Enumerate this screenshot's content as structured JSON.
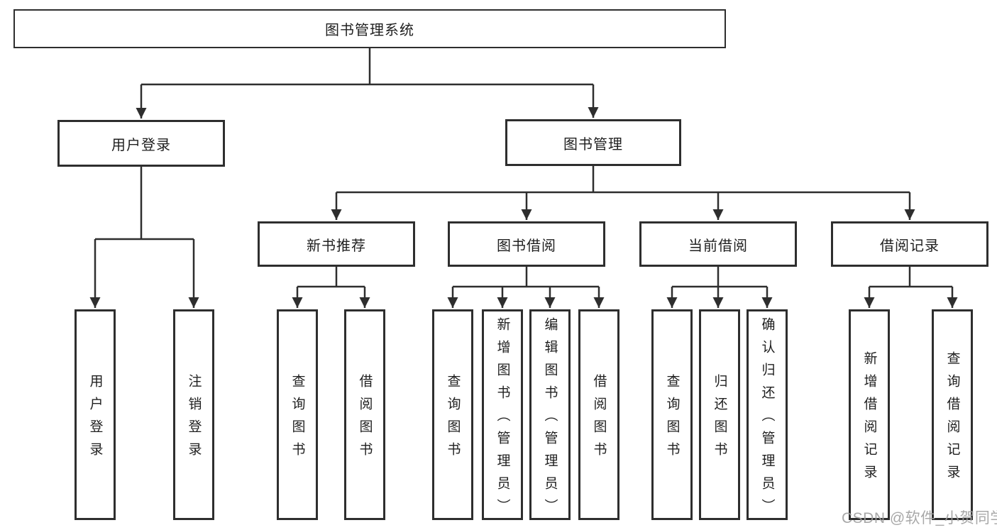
{
  "diagram": {
    "root": {
      "label": "图书管理系统"
    },
    "level2": [
      {
        "label": "用户登录"
      },
      {
        "label": "图书管理"
      }
    ],
    "level3": [
      {
        "label": "新书推荐"
      },
      {
        "label": "图书借阅"
      },
      {
        "label": "当前借阅"
      },
      {
        "label": "借阅记录"
      }
    ],
    "leaves": {
      "user_login": [
        "用户登录",
        "注销登录"
      ],
      "new_book": [
        "查询图书",
        "借阅图书"
      ],
      "book_borrow": [
        "查询图书",
        "新增图书（管理员）",
        "编辑图书（管理员）",
        "借阅图书"
      ],
      "current_borrow": [
        "查询图书",
        "归还图书",
        "确认归还（管理员）"
      ],
      "borrow_record": [
        "新增借阅记录",
        "查询借阅记录"
      ]
    },
    "line_color": "#2e2e2e"
  },
  "watermark": {
    "text": "CSDN @软件_小贺同学"
  }
}
